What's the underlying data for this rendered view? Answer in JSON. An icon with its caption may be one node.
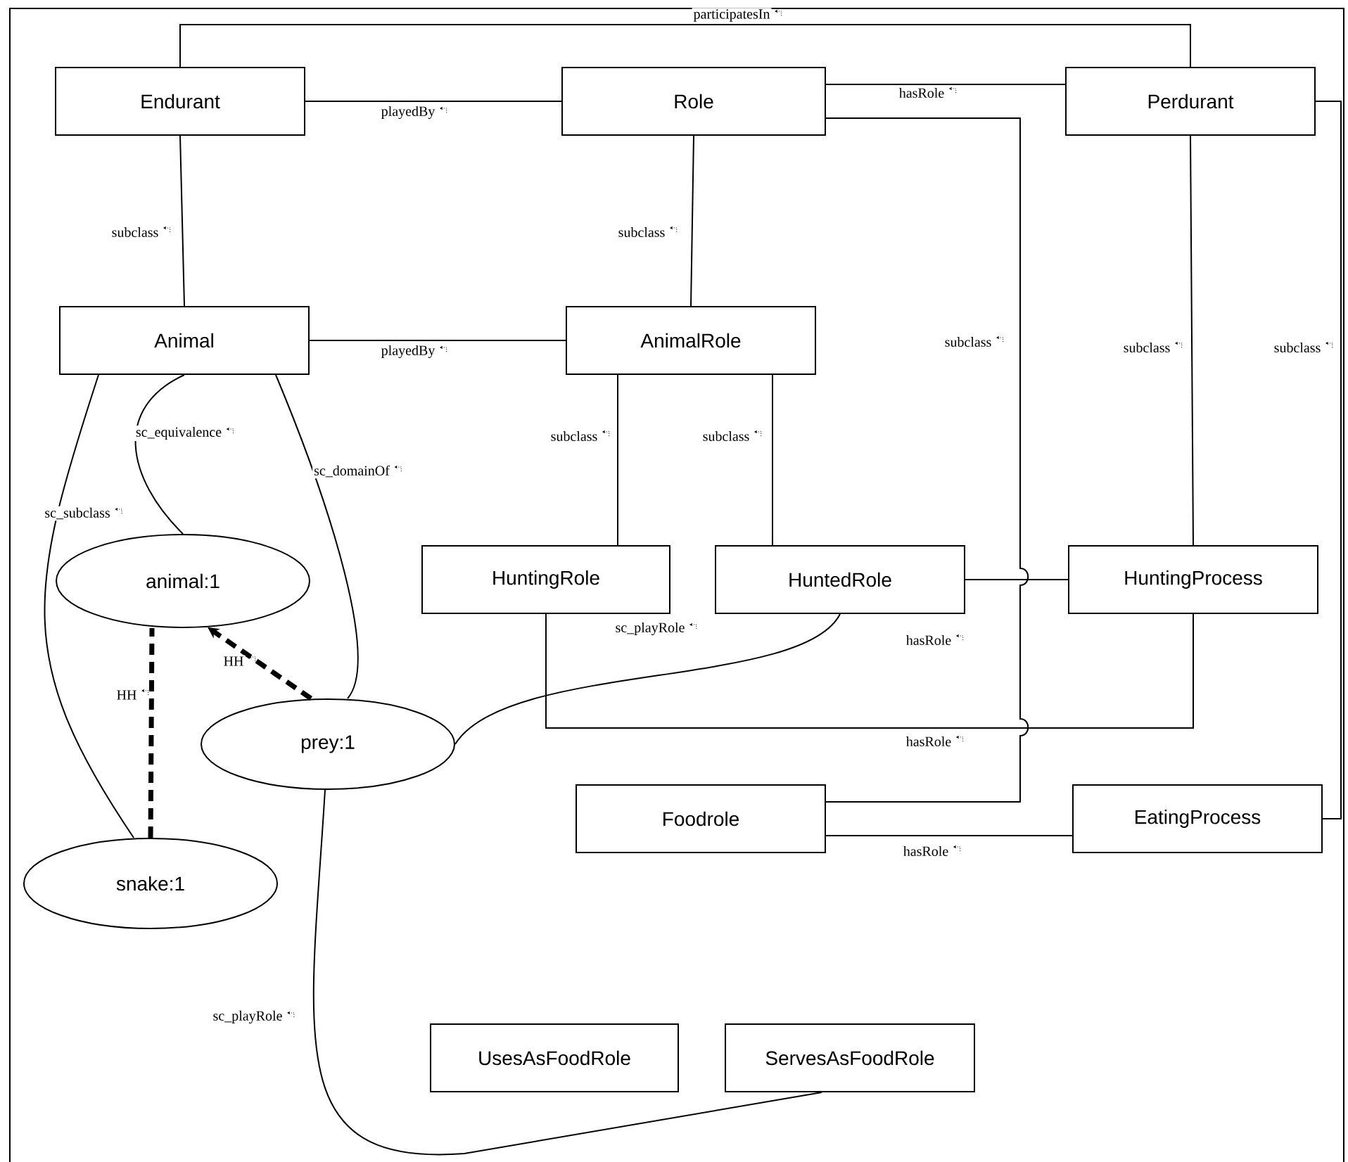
{
  "diagram": {
    "nodes": [
      {
        "text": [
          "Endurant"
        ]
      },
      {
        "text": [
          "Role"
        ]
      },
      {
        "text": [
          "Perdurant"
        ]
      },
      {
        "text": [
          "Animal"
        ]
      },
      {
        "text": [
          "AnimalRole"
        ]
      },
      {
        "text": [
          "animal:1"
        ]
      },
      {
        "text": [
          "HuntingRole"
        ]
      },
      {
        "text": [
          "HuntedRole"
        ]
      },
      {
        "text": [
          "HuntingProcess"
        ]
      },
      {
        "text": [
          "prey:1"
        ]
      },
      {
        "text": [
          "snake:1"
        ]
      },
      {
        "text": [
          "Foodrole"
        ]
      },
      {
        "text": [
          "EatingProcess"
        ]
      },
      {
        "text": [
          "UsesAsFoodRole"
        ]
      },
      {
        "text": [
          "ServesAsFoodRole"
        ]
      }
    ],
    "edges": [
      {
        "from": 0,
        "to": 2,
        "arrow": "none",
        "label": "participatesIn"
      },
      {
        "from": 0,
        "to": 1,
        "arrow": "none",
        "label": "playedBy"
      },
      {
        "from": 1,
        "to": 2,
        "arrow": "none",
        "label": "hasRole"
      },
      {
        "from": 1,
        "to": 11,
        "arrow": "none",
        "label": "subclass"
      },
      {
        "from": 0,
        "to": 3,
        "arrow": "none",
        "label": "subclass"
      },
      {
        "from": 1,
        "to": 4,
        "arrow": "none",
        "label": "subclass"
      },
      {
        "from": 2,
        "to": 8,
        "arrow": "none",
        "label": "subclass"
      },
      {
        "from": 2,
        "to": 12,
        "arrow": "none",
        "label": "subclass"
      },
      {
        "from": 3,
        "to": 4,
        "arrow": "none",
        "label": "playedBy"
      },
      {
        "from": 4,
        "to": 6,
        "arrow": "none",
        "label": "subclass"
      },
      {
        "from": 4,
        "to": 7,
        "arrow": "none",
        "label": "subclass"
      },
      {
        "from": 7,
        "to": 8,
        "arrow": "none",
        "label": "hasRole"
      },
      {
        "from": 6,
        "to": 8,
        "arrow": "none",
        "label": "hasRole"
      },
      {
        "from": 11,
        "to": 12,
        "arrow": "none",
        "label": "hasRole"
      },
      {
        "from": 3,
        "to": 10,
        "arrow": "none",
        "label": "sc_subclass"
      },
      {
        "from": 3,
        "to": 5,
        "arrow": "none",
        "label": "sc_equivalence"
      },
      {
        "from": 3,
        "to": 9,
        "arrow": "none",
        "label": "sc_domainOf"
      },
      {
        "from": 10,
        "to": 5,
        "arrow": "none",
        "label": "HH",
        "style": "dashed"
      },
      {
        "from": 9,
        "to": 5,
        "arrow": "to",
        "label": "HH",
        "style": "dashed"
      },
      {
        "from": 7,
        "to": 9,
        "arrow": "none",
        "label": "sc_playRole"
      },
      {
        "from": 9,
        "to": 14,
        "arrow": "none",
        "label": "sc_playRole"
      }
    ]
  }
}
